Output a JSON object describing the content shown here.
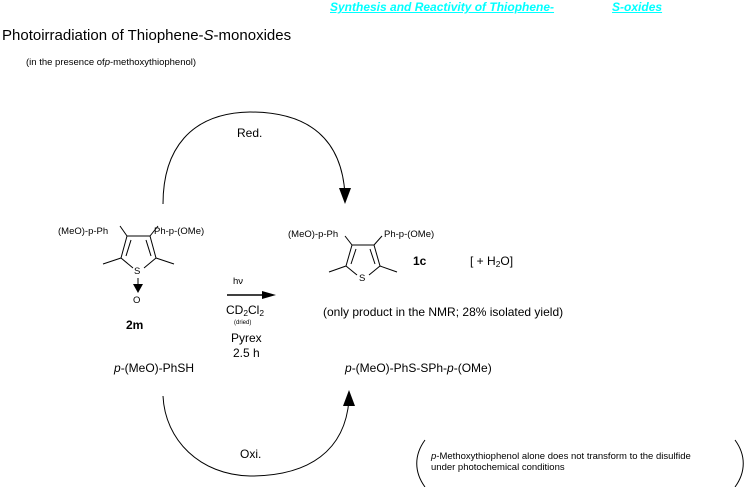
{
  "header": {
    "title_part1": "Synthesis and Reactivity of Thiophene-",
    "title_part2": "S-oxides"
  },
  "slide": {
    "title_prefix": "Photoirradiation of Thiophene-",
    "title_s": "S",
    "title_suffix": "-monoxides",
    "subtitle_prefix": "(in the presence of",
    "subtitle_p": "p",
    "subtitle_suffix": "-methoxythiophenol)"
  },
  "cycle": {
    "red_label": "Red.",
    "oxi_label": "Oxi."
  },
  "reactant": {
    "left_substituent": "(MeO)-p-Ph",
    "right_substituent": "Ph-p-(OMe)",
    "ring_atom": "S",
    "oxide_atom": "O",
    "compound_id": "2m"
  },
  "conditions": {
    "light": "hν",
    "solvent_main": "CD",
    "solvent_sub1": "2",
    "solvent_cl": "Cl",
    "solvent_sub2": "2",
    "solvent_note": "(dried)",
    "vessel": "Pyrex",
    "time": "2.5 h"
  },
  "product": {
    "left_substituent": "(MeO)-p-Ph",
    "right_substituent": "Ph-p-(OMe)",
    "ring_atom": "S",
    "compound_id": "1c",
    "byproduct_pre": "[ + H",
    "byproduct_sub": "2",
    "byproduct_post": "O]",
    "note": "(only product in the NMR; 28% isolated yield)"
  },
  "thiol": {
    "p": "p",
    "text": "-(MeO)-PhSH"
  },
  "disulfide": {
    "p1": "p",
    "mid": "-(MeO)-PhS-SPh-",
    "p2": "p",
    "end": "-(OMe)"
  },
  "footnote": {
    "p": "p",
    "line1": "-Methoxythiophenol alone does not transform to the disulfide",
    "line2": "under photochemical conditions"
  }
}
